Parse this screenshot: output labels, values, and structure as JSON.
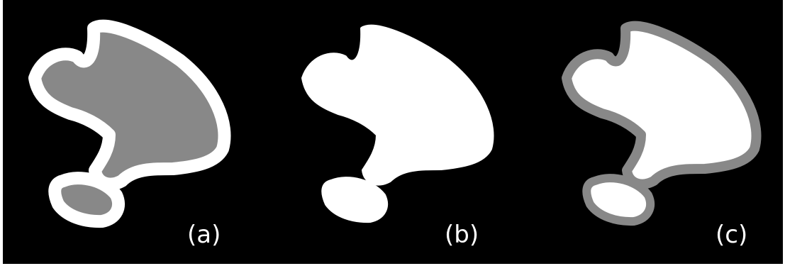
{
  "panels": [
    {
      "label": "(a)"
    },
    {
      "label": "(b)"
    },
    {
      "label": "(c)"
    }
  ],
  "colors": {
    "background": "#000000",
    "gray": "#888888",
    "white": "#ffffff"
  }
}
